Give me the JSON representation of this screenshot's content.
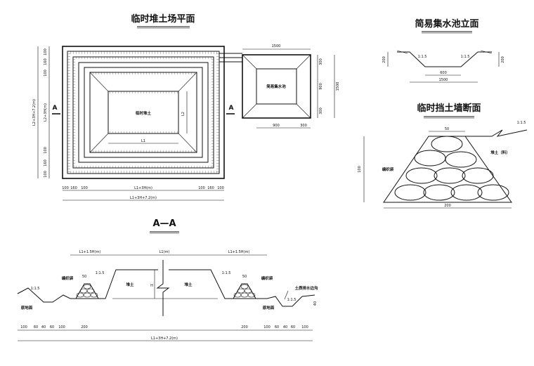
{
  "titles": {
    "plan": "临时堆土场平面",
    "basin": "简易集水池立面",
    "wall": "临时挡土墙断面",
    "section": "A—A"
  },
  "plan": {
    "center_label": "临时堆土",
    "basin_label": "简易集水池",
    "section_marker": "A",
    "L1": "L1",
    "L2": "L2",
    "left_dims": [
      "100",
      "160",
      "100",
      "100",
      "160",
      "100"
    ],
    "left_total": "L2+3H+7.2(m)",
    "left_mid": "L2+3H(m)",
    "bottom_dims_left": [
      "100",
      "160",
      "100"
    ],
    "bottom_dims_right": [
      "100",
      "160",
      "100"
    ],
    "bottom_mid": "L1+3H(m)",
    "bottom_total": "L1+3H+7.2(m)",
    "basin_top": "1500",
    "basin_bottom_inner": "900",
    "basin_bottom_edge": "300",
    "basin_right_a": "300",
    "basin_right_b": "900",
    "basin_right_c": "300",
    "basin_right_total": "1500"
  },
  "basin": {
    "slope_left": "1:1.5",
    "slope_right": "1:1.5",
    "depth_left": "200",
    "depth_right": "200",
    "bottom": "600",
    "top": "1500"
  },
  "wall": {
    "top": "50",
    "slope": "1:1.5",
    "height": "100",
    "bottom": "200",
    "label_bag": "编织袋",
    "label_soil": "堆土（料）"
  },
  "section": {
    "top_left": "L1+1.5H(m)",
    "top_mid": "L1(m)",
    "top_right": "L1+1.5H(m)",
    "bag_left": "编织袋",
    "bag_right": "编织袋",
    "w50_left": "50",
    "w50_right": "50",
    "slope_a": "1:1.5",
    "slope_b": "1:1.5",
    "slope_c": "1:1.5",
    "slope_d": "1:1.5",
    "h_label": "H",
    "soil_left": "堆土",
    "soil_right": "堆土",
    "ground_left": "原地面",
    "ground_right": "原地面",
    "ditch": "土质排水边沟",
    "ditch_d": "40",
    "bottom_left": [
      "100",
      "60",
      "40",
      "60",
      "100",
      "200"
    ],
    "bottom_right": [
      "200",
      "100",
      "60",
      "40",
      "60",
      "100"
    ],
    "bottom_total": "L1+3H+7.2(m)"
  }
}
